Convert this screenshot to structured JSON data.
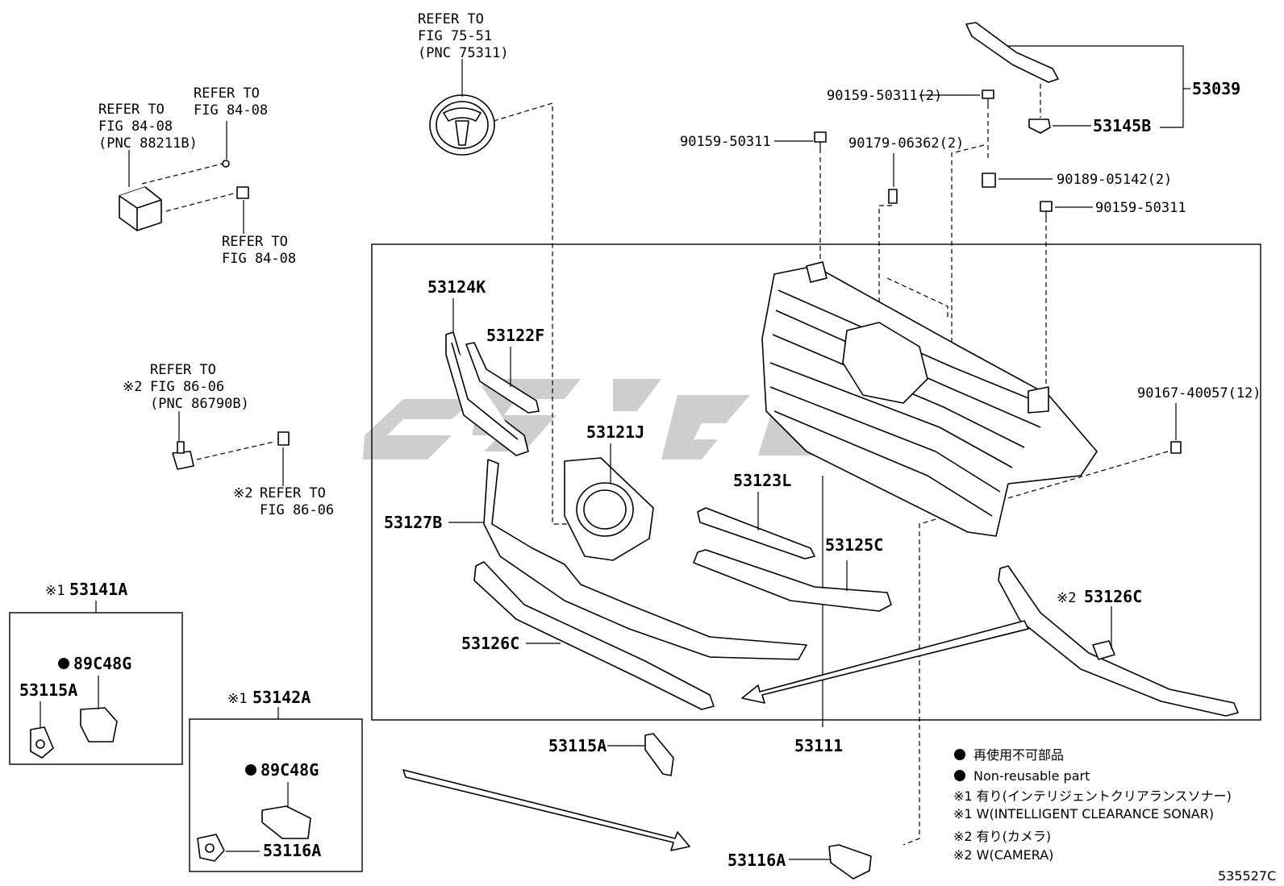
{
  "labels": {
    "refer_emblem": [
      "REFER TO",
      "FIG 75-51",
      "(PNC 75311)"
    ],
    "refer_sensor": [
      "REFER TO",
      "FIG 84-08",
      "(PNC 88211B)"
    ],
    "refer_sensor_bolt_top": [
      "REFER TO",
      "FIG 84-08"
    ],
    "refer_sensor_bolt_bottom": [
      "REFER TO",
      "FIG 84-08"
    ],
    "refer_camera": [
      "REFER TO",
      "FIG 86-06",
      "(PNC 86790B)"
    ],
    "refer_camera_mark": "※2",
    "refer_camera_bolt": [
      "REFER TO",
      "FIG 86-06"
    ],
    "refer_camera_bolt_mark": "※2",
    "p53039": "53039",
    "p53145B": "53145B",
    "p90159_50311_2": "90159-50311(2)",
    "p90159_50311_a": "90159-50311",
    "p90179_06362_2": "90179-06362(2)",
    "p90189_05142_2": "90189-05142(2)",
    "p90159_50311_b": "90159-50311",
    "p90167_40057_12": "90167-40057(12)",
    "p53124K": "53124K",
    "p53122F": "53122F",
    "p53121J": "53121J",
    "p53127B": "53127B",
    "p53123L": "53123L",
    "p53125C": "53125C",
    "p53126C_left": "53126C",
    "p53126C_right": "53126C",
    "p53126C_right_mark": "※2",
    "p53111": "53111",
    "p53141A": "53141A",
    "p53141A_mark": "※1",
    "p89C48G_1": "89C48G",
    "p53115A_box": "53115A",
    "p53142A": "53142A",
    "p53142A_mark": "※1",
    "p89C48G_2": "89C48G",
    "p53116A_box": "53116A",
    "p53115A": "53115A",
    "p53116A": "53116A",
    "diagram_code": "535527C"
  },
  "legend": {
    "non_reusable_jp": "再使用不可部品",
    "non_reusable_en": "Non-reusable part",
    "note1_jp": "※1 有り(インテリジェントクリアランスソナー)",
    "note1_en": "※1 W(INTELLIGENT CLEARANCE SONAR)",
    "note2_jp": "※2 有り(カメラ)",
    "note2_en": "※2 W(CAMERA)"
  },
  "icons": [
    "filled-circle-icon",
    "non-reusable-bullet-icon"
  ]
}
